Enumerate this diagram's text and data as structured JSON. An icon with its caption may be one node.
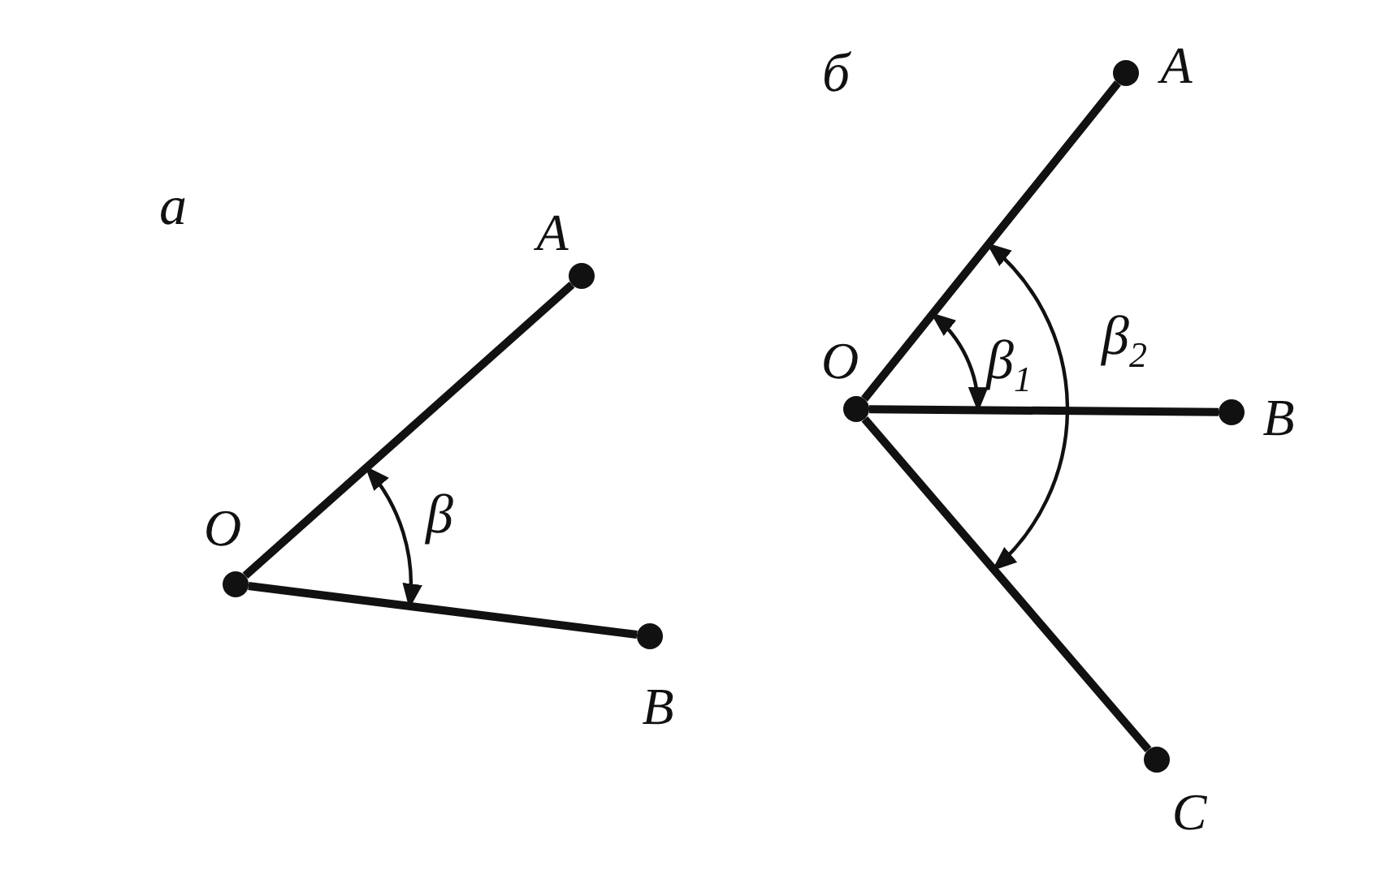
{
  "diagram": {
    "nodes": [
      {
        "text": [
          "A"
        ]
      },
      {
        "text": [
          "O"
        ]
      },
      {
        "text": [
          "B"
        ]
      },
      {
        "text": [
          "A"
        ]
      },
      {
        "text": [
          "O"
        ]
      },
      {
        "text": [
          "B"
        ]
      },
      {
        "text": [
          "C"
        ]
      }
    ],
    "edges": [
      {
        "from": 1,
        "to": 0,
        "arrow": "none"
      },
      {
        "from": 1,
        "to": 2,
        "arrow": "none"
      },
      {
        "from": 4,
        "to": 3,
        "arrow": "none"
      },
      {
        "from": 4,
        "to": 5,
        "arrow": "none"
      },
      {
        "from": 4,
        "to": 6,
        "arrow": "none"
      }
    ],
    "labels": [
      "а",
      "б",
      "β",
      "β$_{1}$",
      "β$_{2}$"
    ]
  }
}
